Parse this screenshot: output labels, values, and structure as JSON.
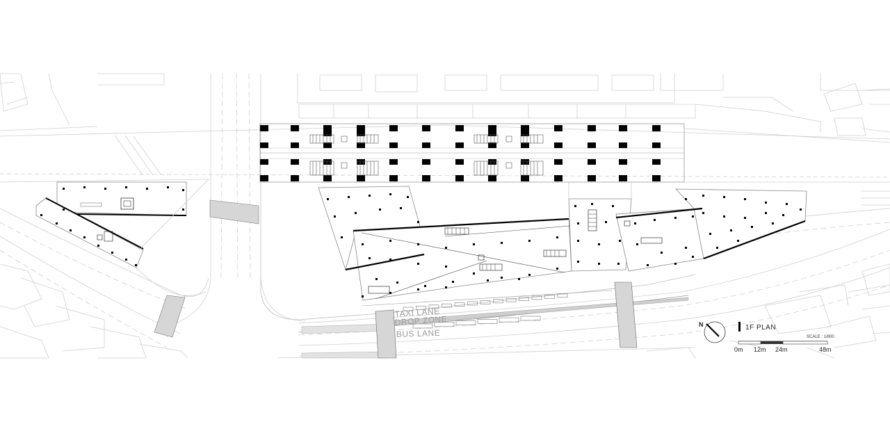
{
  "labels": {
    "taxi_lane": "TAXI LANE",
    "drop_zone": "DROP ZONE",
    "bus_lane": "BUS LANE"
  },
  "legend": {
    "north": "N",
    "title": "1F PLAN",
    "scale": "SCALE : 1/800",
    "ticks": [
      "0m",
      "12m",
      "24m",
      "48m"
    ]
  }
}
